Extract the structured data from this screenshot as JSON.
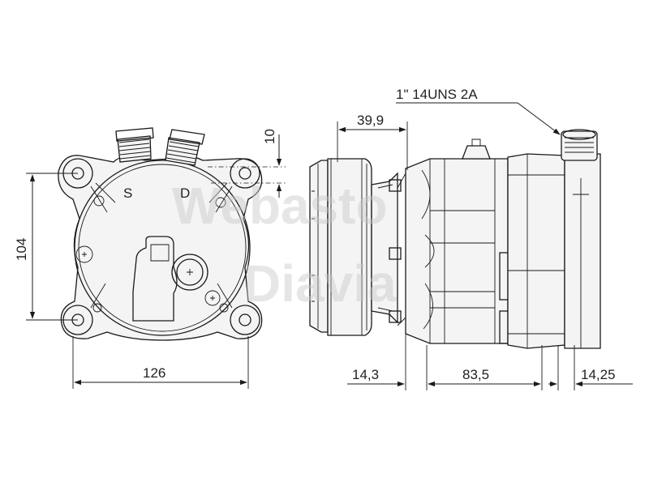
{
  "thread_callout": "1\"  14UNS  2A",
  "ports": {
    "suction": "S",
    "discharge": "D"
  },
  "dimensions": {
    "width_front": "126",
    "height_front": "104",
    "port_offset": "10",
    "clutch_depth": "39,9",
    "hub_offset": "14,3",
    "body_length": "83,5",
    "rear_length": "14,25"
  },
  "watermark": {
    "line1": "Webasto",
    "line2": "Diavia"
  }
}
